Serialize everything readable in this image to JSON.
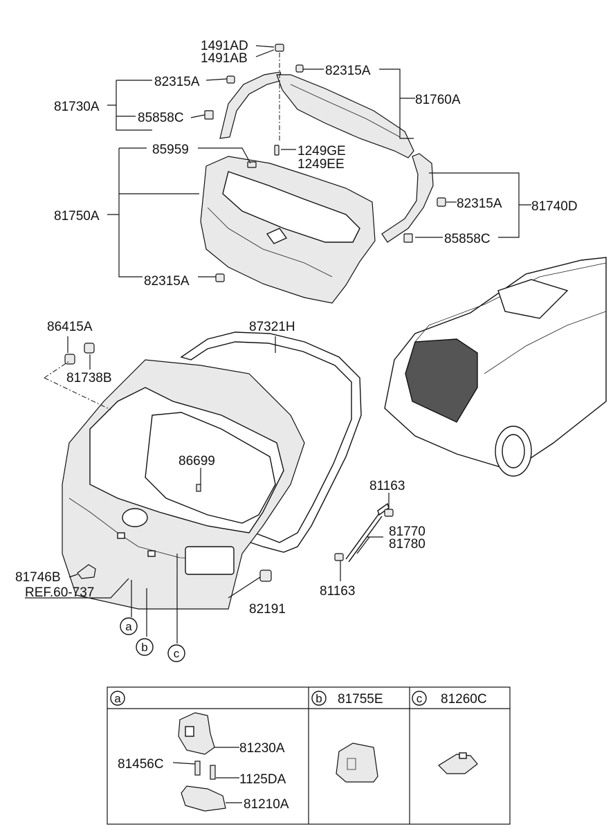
{
  "parts": {
    "p1491AD": "1491AD",
    "p1491AB": "1491AB",
    "p82315A_a": "82315A",
    "p82315A_b": "82315A",
    "p82315A_c": "82315A",
    "p82315A_d": "82315A",
    "p81730A": "81730A",
    "p85858C_a": "85858C",
    "p85858C_b": "85858C",
    "p81760A": "81760A",
    "p85959": "85959",
    "p1249GE": "1249GE",
    "p1249EE": "1249EE",
    "p81750A": "81750A",
    "p81740D": "81740D",
    "p86415A": "86415A",
    "p81738B": "81738B",
    "p87321H": "87321H",
    "p86699": "86699",
    "p81163_a": "81163",
    "p81163_b": "81163",
    "p81770": "81770",
    "p81780": "81780",
    "p81746B": "81746B",
    "pREF": "REF.60-737",
    "p82191": "82191"
  },
  "callouts": {
    "a": "a",
    "b": "b",
    "c": "c"
  },
  "table": {
    "col_a": {
      "key": "a",
      "parts": {
        "p81230A": "81230A",
        "p81456C": "81456C",
        "p1125DA": "1125DA",
        "p81210A": "81210A"
      }
    },
    "col_b": {
      "key": "b",
      "part": "81755E"
    },
    "col_c": {
      "key": "c",
      "part": "81260C"
    }
  }
}
